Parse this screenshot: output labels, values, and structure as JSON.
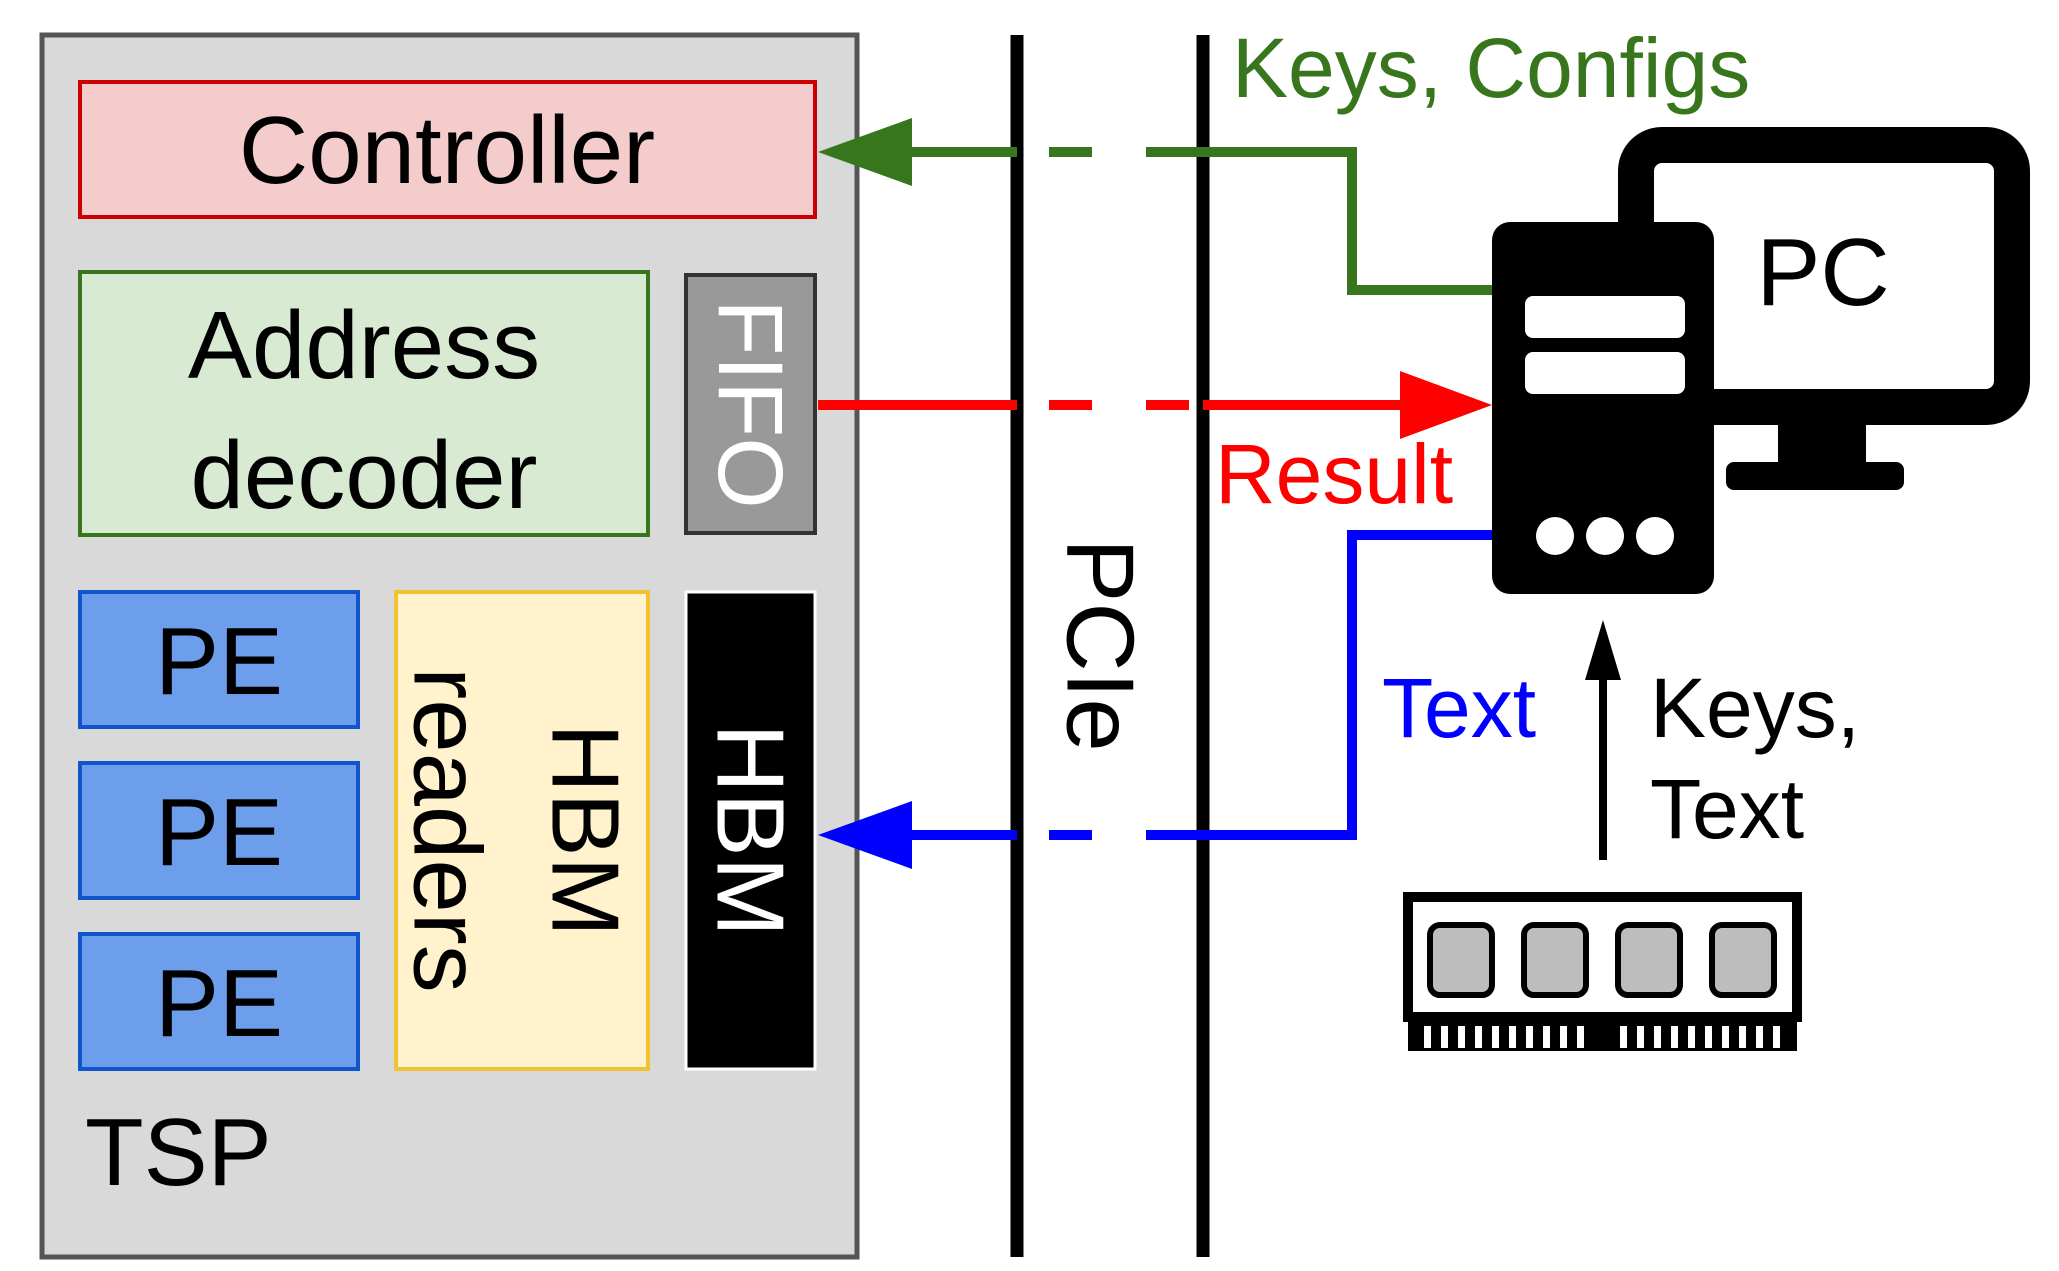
{
  "tsp": {
    "label": "TSP",
    "controller": "Controller",
    "address_decoder": [
      "Address",
      "decoder"
    ],
    "fifo": "FIFO",
    "pe_blocks": [
      "PE",
      "PE",
      "PE"
    ],
    "hbm_readers": [
      "HBM",
      "readers"
    ],
    "hbm": "HBM"
  },
  "bus": {
    "label": "PCIe"
  },
  "flows": {
    "keys_configs": "Keys, Configs",
    "result": "Result",
    "text": "Text",
    "keys_text": [
      "Keys,",
      "Text"
    ]
  },
  "pc": {
    "label": "PC"
  },
  "colors": {
    "tsp_bg": "#d9d9d9",
    "controller_fill": "#f4cccc",
    "controller_stroke": "#cc0000",
    "decoder_fill": "#d9ead3",
    "decoder_stroke": "#38761d",
    "fifo_fill": "#999999",
    "pe_fill": "#6d9eeb",
    "pe_stroke": "#1155cc",
    "readers_fill": "#fff2cc",
    "readers_stroke": "#f1c232",
    "green": "#38761d",
    "red": "#ff0000",
    "blue": "#0000ff"
  }
}
